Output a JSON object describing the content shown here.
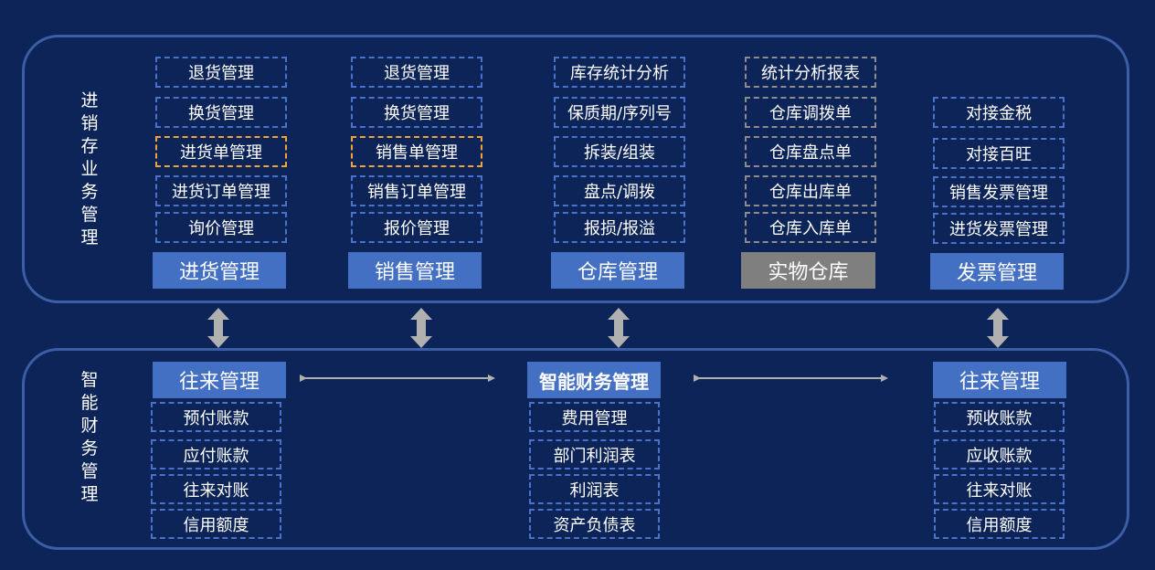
{
  "top_section": {
    "label": "进销存业务管理",
    "columns": [
      {
        "header": "进货管理",
        "items": [
          "退货管理",
          "换货管理",
          "进货单管理",
          "进货订单管理",
          "询价管理"
        ]
      },
      {
        "header": "销售管理",
        "items": [
          "退货管理",
          "换货管理",
          "销售单管理",
          "销售订单管理",
          "报价管理"
        ]
      },
      {
        "header": "仓库管理",
        "items": [
          "库存统计分析",
          "保质期/序列号",
          "拆装/组装",
          "盘点/调拨",
          "报损/报溢"
        ]
      },
      {
        "header": "实物仓库",
        "items": [
          "统计分析报表",
          "仓库调拨单",
          "仓库盘点单",
          "仓库出库单",
          "仓库入库单"
        ]
      },
      {
        "header": "发票管理",
        "items": [
          "对接金税",
          "对接百旺",
          "销售发票管理",
          "进货发票管理"
        ]
      }
    ]
  },
  "bottom_section": {
    "label": "智能财务管理",
    "columns": [
      {
        "header": "往来管理",
        "items": [
          "预付账款",
          "应付账款",
          "往来对账",
          "信用额度"
        ]
      },
      {
        "header": "智能财务管理",
        "items": [
          "费用管理",
          "部门利润表",
          "利润表",
          "资产负债表"
        ]
      },
      {
        "header": "往来管理",
        "items": [
          "预收账款",
          "应收账款",
          "往来对账",
          "信用额度"
        ]
      }
    ]
  },
  "colors": {
    "background": "#0c2457",
    "panel_border": "#3c5ea6",
    "header_fill": "#4470c4",
    "header_fill_gray": "#7f7f7f",
    "box_border": "#4a72c8",
    "highlight_border": "#f2a33a",
    "gray_border": "#8c8c8c",
    "arrow": "#b0b0b0"
  }
}
